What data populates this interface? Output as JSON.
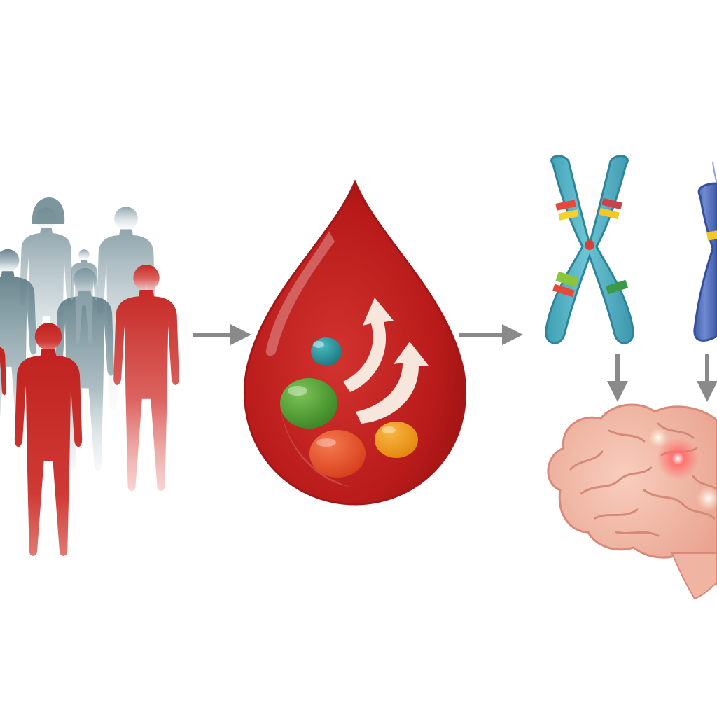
{
  "diagram": {
    "steps": [
      {
        "name": "population",
        "icon": "people-silhouettes-icon"
      },
      {
        "name": "blood-sample",
        "icon": "blood-drop-icon"
      },
      {
        "name": "chromosomes",
        "icon": "chromosome-icon"
      },
      {
        "name": "brain",
        "icon": "brain-icon"
      }
    ],
    "colors": {
      "affected_red": "#c62828",
      "unaffected_gray": "#6e8a94",
      "drop_red": "#c0201e",
      "chromosome_teal": "#58b6c8",
      "chromosome_blue": "#5a79c0",
      "brain_pink": "#f2b8a6",
      "arrow_gray": "#8a8a8a",
      "particle_teal": "#2a8f98",
      "particle_green": "#5aa63a",
      "particle_orange": "#e8552e",
      "particle_amber": "#f0a020"
    }
  }
}
